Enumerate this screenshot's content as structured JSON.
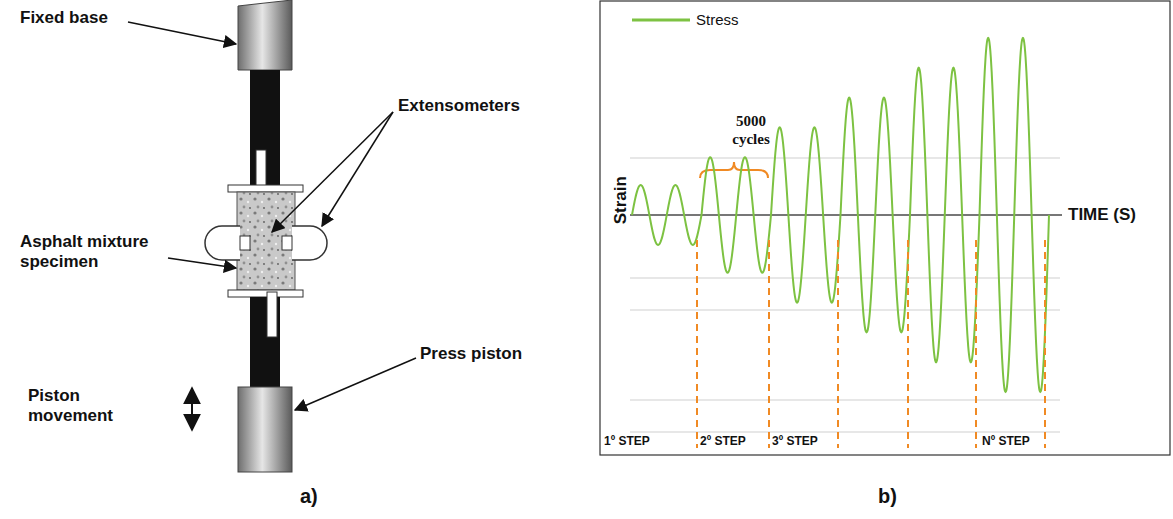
{
  "diagram": {
    "labels": [
      "Fixed base",
      "Extensometers",
      "Asphalt mixture specimen",
      "Press piston",
      "Piston movement",
      "a)",
      "5000 cycles",
      "Strain",
      "TIME (S)",
      "1º STEP",
      "2º STEP",
      "3º STEP",
      "Nº STEP",
      "b)"
    ],
    "legend": [
      {
        "text": "Stress"
      }
    ]
  }
}
